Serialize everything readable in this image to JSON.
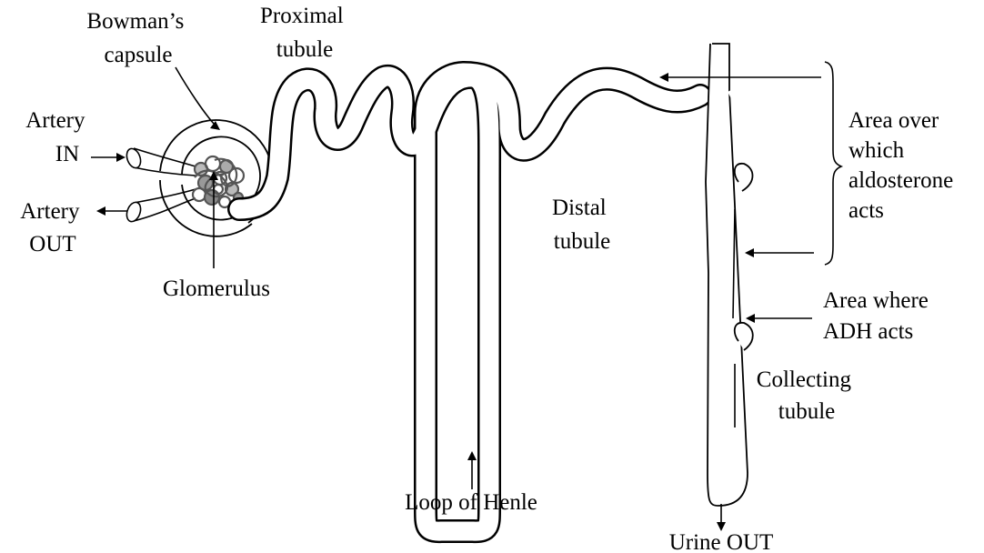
{
  "labels": {
    "bowmans_capsule": [
      "Bowman’s",
      "capsule"
    ],
    "proximal_tubule": [
      "Proximal",
      "tubule"
    ],
    "artery_in": [
      "Artery",
      "IN"
    ],
    "artery_out": [
      "Artery",
      "OUT"
    ],
    "glomerulus": [
      "Glomerulus"
    ],
    "distal_tubule": [
      "Distal",
      "tubule"
    ],
    "loop_of_henle": [
      "Loop of Henle"
    ],
    "urine_out": [
      "Urine OUT"
    ],
    "aldosterone_area": [
      "Area over",
      "which",
      "aldosterone",
      "acts"
    ],
    "adh_area": [
      "Area where",
      "ADH acts"
    ],
    "collecting_tubule": [
      "Collecting",
      "tubule"
    ]
  }
}
